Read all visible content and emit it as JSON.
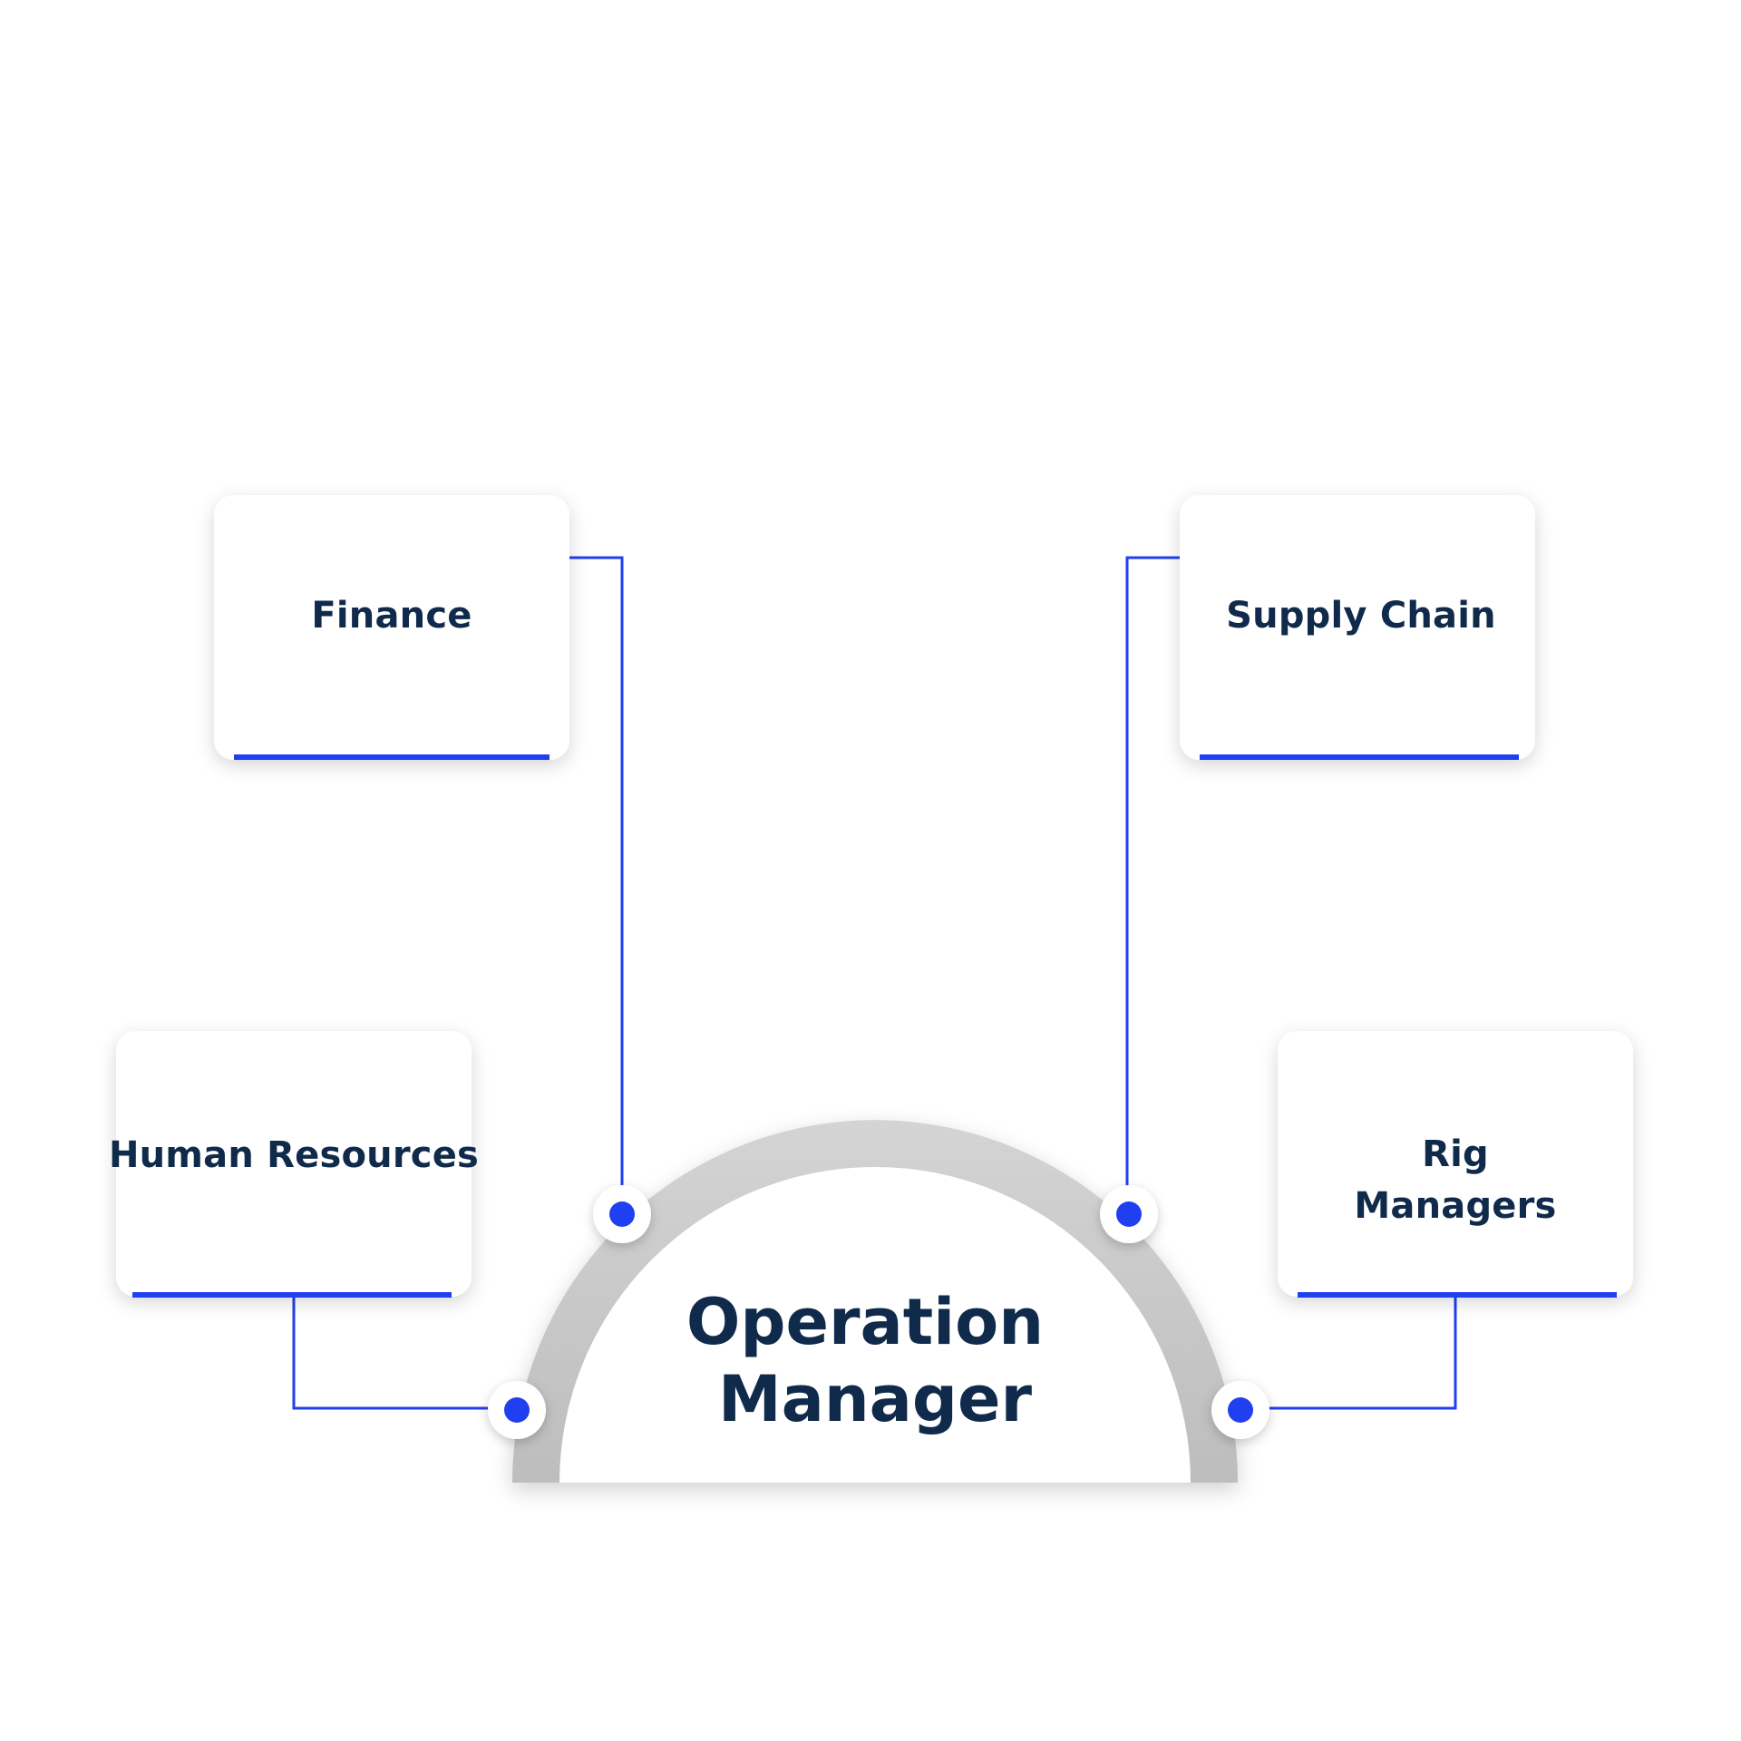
{
  "center": {
    "title_line1": "Operation",
    "title_line2": "Manager"
  },
  "cards": {
    "finance": {
      "label": "Finance"
    },
    "supply_chain": {
      "label": "Supply Chain"
    },
    "human_resources": {
      "label": "Human Resources"
    },
    "rig_managers": {
      "label_line1": "Rig",
      "label_line2": "Managers"
    }
  },
  "colors": {
    "accent": "#1f3ff0",
    "text": "#0f2a4a",
    "arc": "#c9c9c9",
    "card_bg": "#ffffff"
  }
}
